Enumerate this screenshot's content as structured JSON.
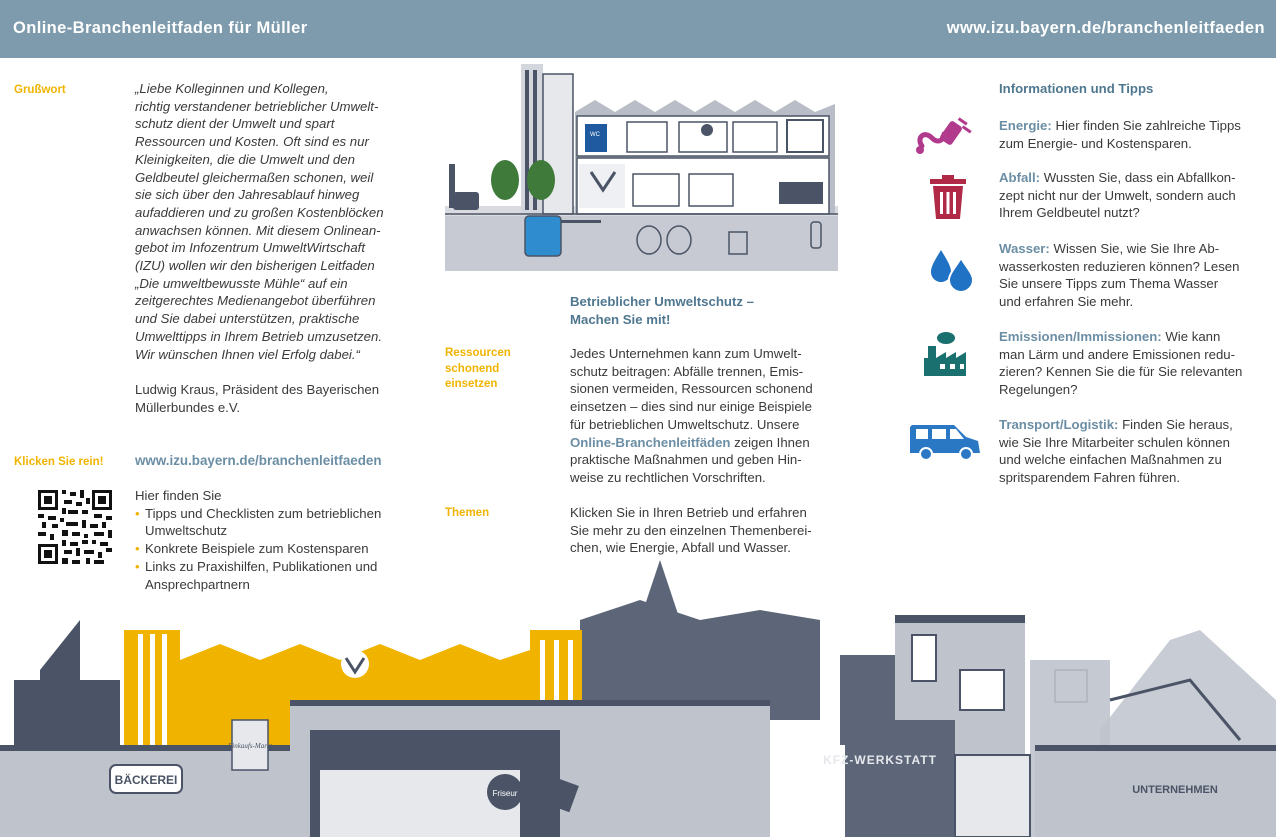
{
  "header": {
    "title": "Online-Branchenleitfaden für Müller",
    "url": "www.izu.bayern.de/branchenleitfaeden"
  },
  "left": {
    "grusswort_label": "Grußwort",
    "quote_lines": [
      "„Liebe Kolleginnen und Kollegen,",
      "richtig verstandener betrieblicher Umwelt-",
      "schutz dient der Umwelt und spart",
      "Ressourcen und Kosten. Oft sind es nur",
      "Kleinigkeiten, die die Umwelt und den",
      "Geldbeutel gleichermaßen schonen, weil",
      "sie sich über den Jahresablauf hinweg",
      "aufaddieren und zu großen Kostenblöcken",
      "anwachsen können. Mit diesem Onlinean-",
      "gebot im Infozentrum UmweltWirtschaft",
      "(IZU) wollen wir den bisherigen Leitfaden",
      "„Die umweltbewusste Mühle“ auf ein",
      "zeitgerechtes Medienangebot überführen",
      "und Sie dabei unterstützen, praktische",
      "Umwelttipps in Ihrem Betrieb umzusetzen.",
      "Wir wünschen Ihnen viel Erfolg dabei.“"
    ],
    "author_lines": [
      "Ludwig Kraus, Präsident des Bayerischen",
      "Müllerbundes e.V."
    ],
    "klicken_label": "Klicken Sie rein!",
    "link": "www.izu.bayern.de/branchenleitfaeden",
    "hier_finden": "Hier finden Sie",
    "bullets": [
      [
        "Tipps und Checklisten zum betrieblichen",
        "Umweltschutz"
      ],
      [
        "Konkrete Beispiele zum Kostensparen"
      ],
      [
        "Links zu Praxishilfen, Publikationen und",
        "Ansprechpartnern"
      ]
    ]
  },
  "middle": {
    "heading_lines": [
      "Betrieblicher Umweltschutz –",
      "Machen Sie mit!"
    ],
    "ressourcen_label_lines": [
      "Ressourcen",
      "schonend",
      "einsetzen"
    ],
    "p1_lines": [
      "Jedes Unternehmen kann zum Umwelt-",
      "schutz beitragen: Abfälle trennen, Emis-",
      "sionen vermeiden, Ressourcen schonend",
      "einsetzen – dies sind nur einige Beispiele",
      "für betrieblichen Umweltschutz. Unsere"
    ],
    "p1_highlight": "Online-Branchenleitfäden",
    "p1_after_highlight": " zeigen Ihnen",
    "p1_tail_lines": [
      "praktische Maßnahmen und geben Hin-",
      "weise zu rechtlichen Vorschriften."
    ],
    "themen_label": "Themen",
    "p2_lines": [
      "Klicken Sie in Ihren Betrieb und erfahren",
      "Sie mehr zu den einzelnen Themenberei-",
      "chen, wie Energie, Abfall und Wasser."
    ],
    "illustration_sign": "WC"
  },
  "right": {
    "heading": "Informationen und Tipps",
    "items": [
      {
        "keyword": "Energie:",
        "icon": "plug-icon",
        "lines": [
          "Hier finden Sie zahlreiche Tipps",
          "zum Energie- und Kostensparen."
        ],
        "color": "#b23a8c"
      },
      {
        "keyword": "Abfall:",
        "icon": "trash-icon",
        "lines": [
          "Wussten Sie, dass ein Abfallkon-",
          "zept nicht nur der Umwelt, sondern auch",
          "Ihrem Geldbeutel nutzt?"
        ],
        "color": "#b02a48"
      },
      {
        "keyword": "Wasser:",
        "icon": "water-drops-icon",
        "lines": [
          "Wissen Sie, wie Sie Ihre Ab-",
          "wasserkosten reduzieren können? Lesen",
          "Sie unsere Tipps zum Thema Wasser",
          "und erfahren Sie mehr."
        ],
        "color": "#1f72c4"
      },
      {
        "keyword": "Emissionen/Immissionen:",
        "icon": "factory-icon",
        "lines": [
          "Wie kann",
          "man Lärm und andere Emissionen redu-",
          "zieren? Kennen Sie die für Sie relevanten",
          "Regelungen?"
        ],
        "color": "#1a6f6f"
      },
      {
        "keyword": "Transport/Logistik:",
        "icon": "van-icon",
        "lines": [
          "Finden Sie heraus,",
          "wie Sie Ihre Mitarbeiter schulen können",
          "und welche einfachen Maßnahmen zu",
          "spritsparendem Fahren führen."
        ],
        "color": "#2a78c4"
      }
    ]
  },
  "city": {
    "signs": {
      "baeckerei": "BÄCKEREI",
      "einkauf": "Einkaufs-Markt",
      "friseur": "Friseur",
      "kfz": "KFZ-WERKSTATT",
      "unternehmen": "UNTERNEHMEN"
    }
  },
  "colors": {
    "header": "#7d9bad",
    "accent_yellow": "#f0b400",
    "link_blue": "#6b8ea5",
    "building_dark": "#4a5466",
    "building_light": "#bfc3cc"
  }
}
